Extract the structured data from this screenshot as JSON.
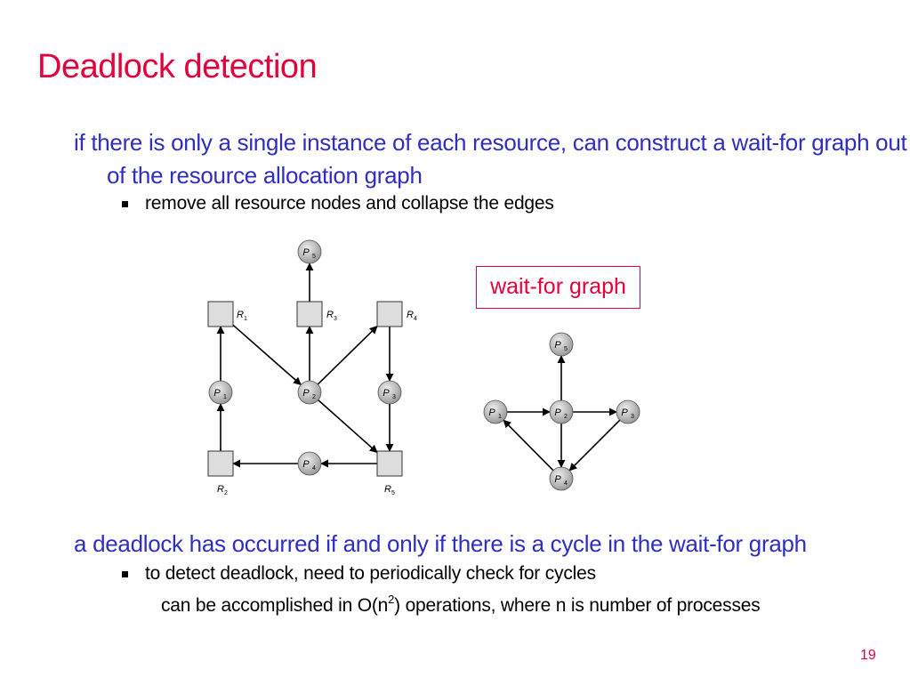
{
  "slide": {
    "title": "Deadlock detection",
    "point1": "if there is only a single instance of each resource, can construct a wait-for graph out of the resource allocation graph",
    "point1_bullet": "remove all resource nodes and collapse the edges",
    "wait_for_label": "wait-for graph",
    "point2": "a deadlock has occurred if and only if there is a cycle in the wait-for graph",
    "point2_bullet": "to detect deadlock, need to periodically check for cycles",
    "point2_sub_prefix": "can be accomplished in O(n",
    "point2_sub_exp": "2",
    "point2_sub_suffix": ") operations, where n is number of processes",
    "page_number": "19"
  },
  "rag": {
    "processes": [
      {
        "id": "P5",
        "letter": "P",
        "index": "5"
      },
      {
        "id": "P1",
        "letter": "P",
        "index": "1"
      },
      {
        "id": "P2",
        "letter": "P",
        "index": "2"
      },
      {
        "id": "P3",
        "letter": "P",
        "index": "3"
      },
      {
        "id": "P4",
        "letter": "P",
        "index": "4"
      }
    ],
    "resources": [
      {
        "id": "R1",
        "letter": "R",
        "index": "1"
      },
      {
        "id": "R3",
        "letter": "R",
        "index": "3"
      },
      {
        "id": "R4",
        "letter": "R",
        "index": "4"
      },
      {
        "id": "R2",
        "letter": "R",
        "index": "2"
      },
      {
        "id": "R5",
        "letter": "R",
        "index": "5"
      }
    ],
    "edges": [
      {
        "from": "R3",
        "to": "P5"
      },
      {
        "from": "P1",
        "to": "R1"
      },
      {
        "from": "R1",
        "to": "P2"
      },
      {
        "from": "P2",
        "to": "R3"
      },
      {
        "from": "P2",
        "to": "R4"
      },
      {
        "from": "R4",
        "to": "P3"
      },
      {
        "from": "P2",
        "to": "R5"
      },
      {
        "from": "P3",
        "to": "R5"
      },
      {
        "from": "R5",
        "to": "P4"
      },
      {
        "from": "P4",
        "to": "R2"
      },
      {
        "from": "R2",
        "to": "P1"
      }
    ]
  },
  "wfg": {
    "processes": [
      {
        "id": "P5",
        "letter": "P",
        "index": "5"
      },
      {
        "id": "P1",
        "letter": "P",
        "index": "1"
      },
      {
        "id": "P2",
        "letter": "P",
        "index": "2"
      },
      {
        "id": "P3",
        "letter": "P",
        "index": "3"
      },
      {
        "id": "P4",
        "letter": "P",
        "index": "4"
      }
    ],
    "edges": [
      {
        "from": "P2",
        "to": "P5"
      },
      {
        "from": "P1",
        "to": "P2"
      },
      {
        "from": "P2",
        "to": "P3"
      },
      {
        "from": "P2",
        "to": "P4"
      },
      {
        "from": "P3",
        "to": "P4"
      },
      {
        "from": "P4",
        "to": "P1"
      }
    ]
  },
  "colors": {
    "title": "#e4003a",
    "main_text": "#2f2fbf",
    "node_fill": "#b8b8b8",
    "resource_fill": "#dddddd"
  }
}
